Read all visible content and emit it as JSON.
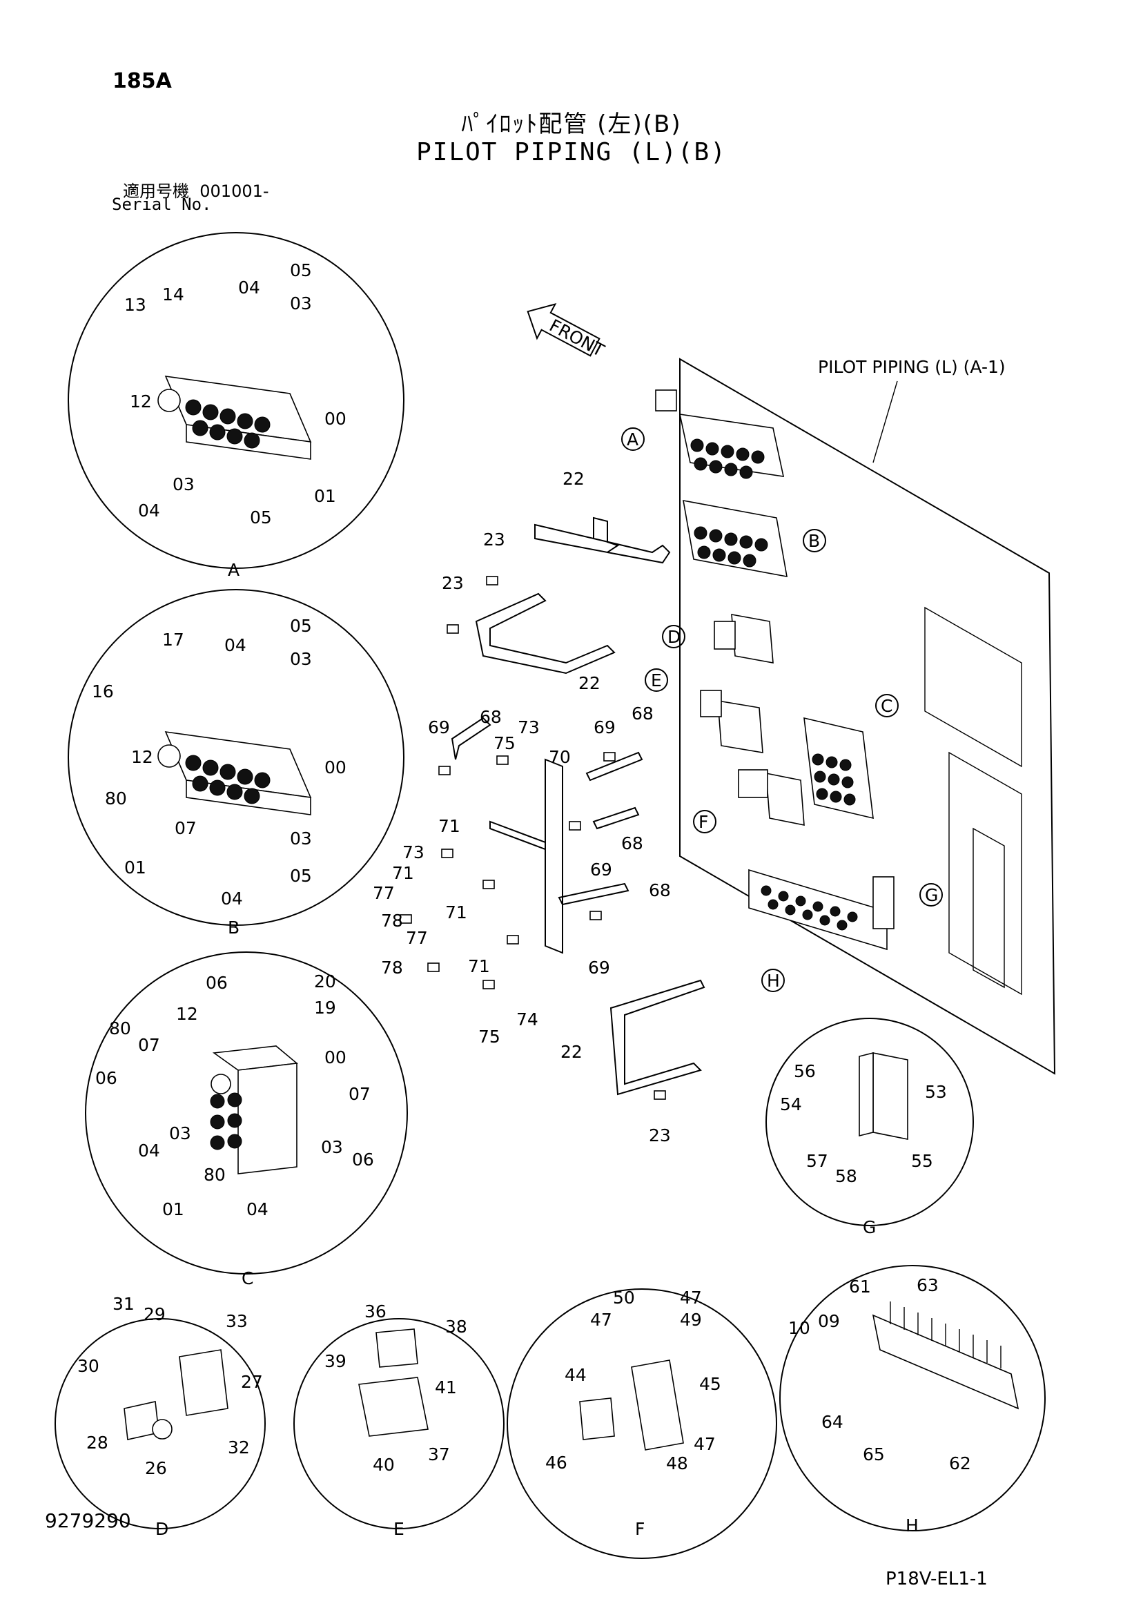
{
  "header": {
    "page_id": "185A",
    "title_jp": "ﾊﾟｲﾛｯﾄ配管 (左)(B)",
    "title_en": "PILOT PIPING (L)(B)",
    "serial_label_jp": "適用号機",
    "serial_range": "001001-",
    "serial_label_en": "Serial No."
  },
  "main": {
    "front_label": "FRONT",
    "ref_label": "PILOT PIPING (L) (A-1)",
    "callouts": [
      "A",
      "B",
      "C",
      "D",
      "E",
      "F",
      "G",
      "H"
    ],
    "parts": {
      "n22": "22",
      "n23": "23",
      "n68": "68",
      "n69": "69",
      "n70": "70",
      "n71": "71",
      "n73": "73",
      "n74": "74",
      "n75": "75",
      "n77": "77",
      "n78": "78"
    }
  },
  "details": {
    "A": {
      "label": "A",
      "parts": [
        "05",
        "04",
        "03",
        "13",
        "14",
        "12",
        "00",
        "03",
        "04",
        "05",
        "01"
      ]
    },
    "B": {
      "label": "B",
      "parts": [
        "05",
        "17",
        "04",
        "03",
        "16",
        "12",
        "00",
        "80",
        "07",
        "03",
        "01",
        "04",
        "05"
      ]
    },
    "C": {
      "label": "C",
      "parts": [
        "06",
        "20",
        "12",
        "19",
        "80",
        "07",
        "00",
        "06",
        "07",
        "03",
        "04",
        "03",
        "06",
        "80",
        "01",
        "04"
      ]
    },
    "D": {
      "label": "D",
      "parts": [
        "31",
        "29",
        "33",
        "30",
        "27",
        "28",
        "26",
        "32"
      ]
    },
    "E": {
      "label": "E",
      "parts": [
        "36",
        "38",
        "39",
        "41",
        "40",
        "37"
      ]
    },
    "F": {
      "label": "F",
      "parts": [
        "50",
        "47",
        "47",
        "49",
        "44",
        "45",
        "47",
        "46",
        "48"
      ]
    },
    "G": {
      "label": "G",
      "parts": [
        "56",
        "53",
        "54",
        "57",
        "58",
        "55"
      ]
    },
    "H": {
      "label": "H",
      "parts": [
        "61",
        "63",
        "10",
        "09",
        "64",
        "65",
        "62"
      ]
    }
  },
  "footer": {
    "doc_no": "9279290",
    "ref_code": "P18V-EL1-1"
  }
}
